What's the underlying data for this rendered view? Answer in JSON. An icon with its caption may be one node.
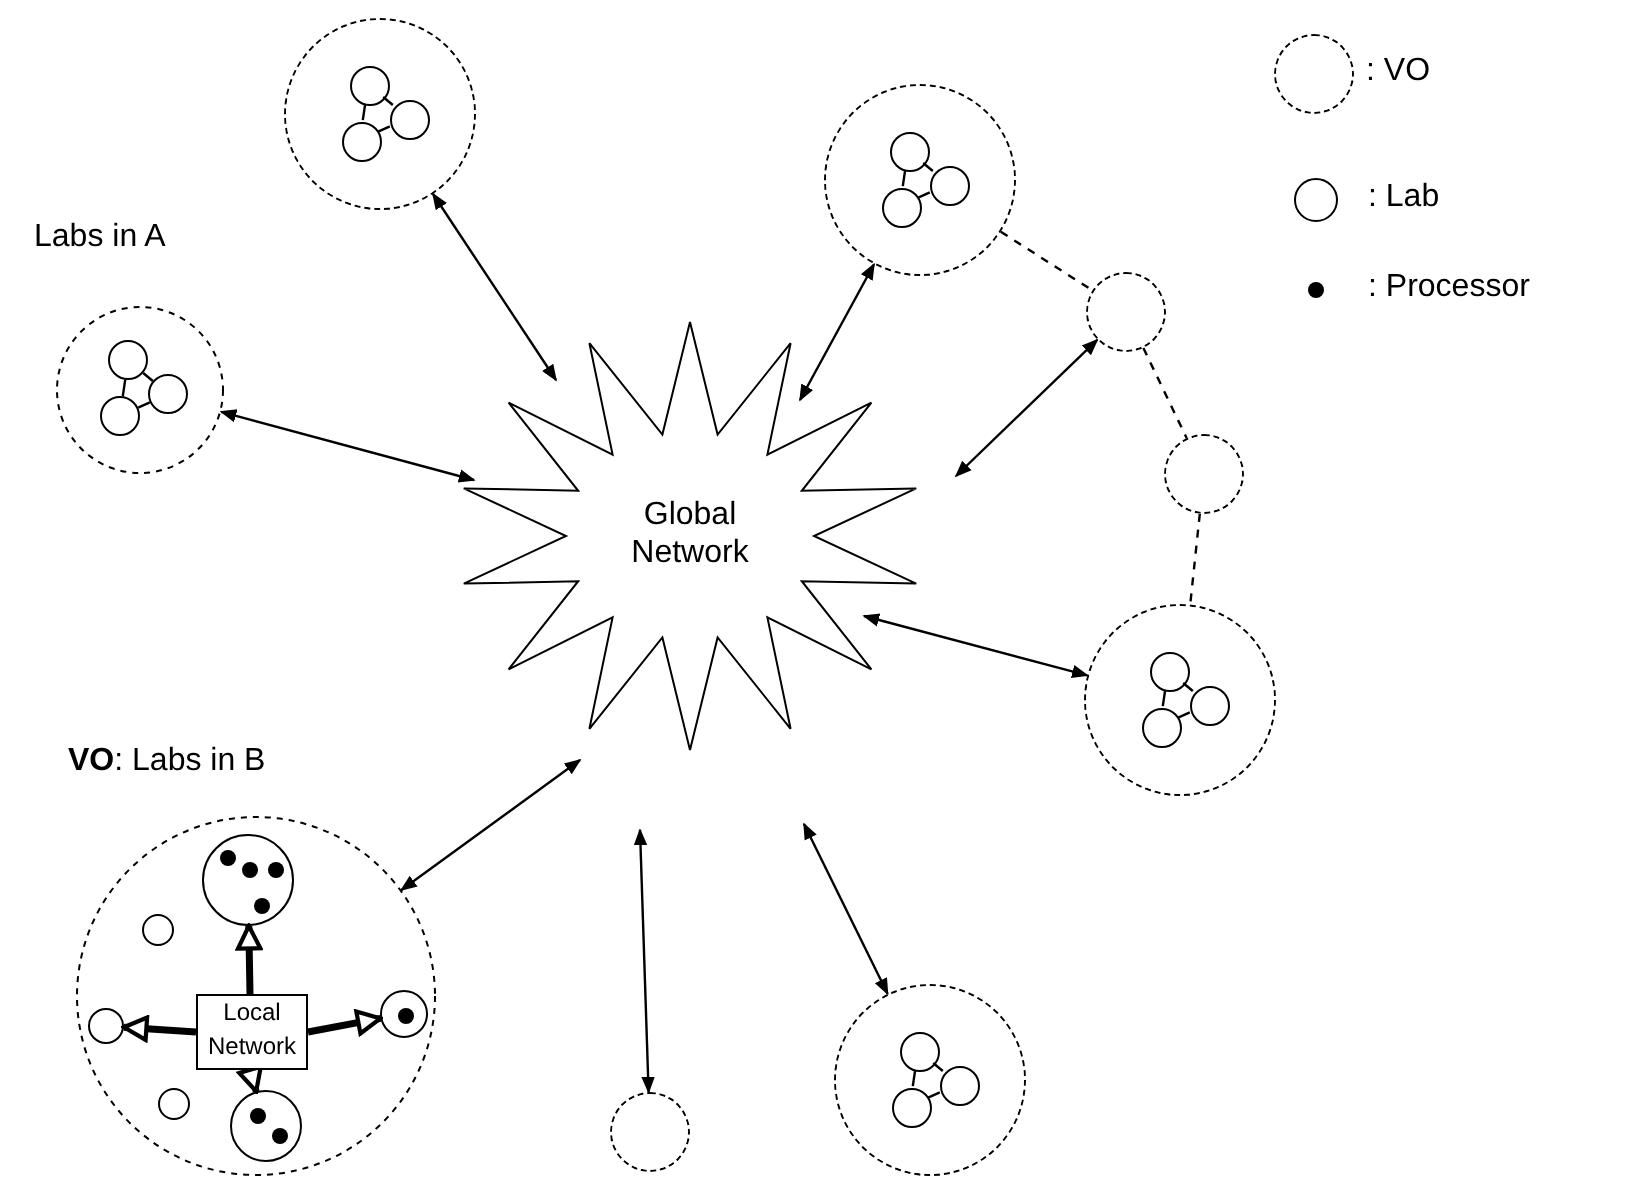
{
  "diagram": {
    "nodes": [
      {
        "text": [],
        "shape": "circle"
      },
      {
        "text": [],
        "shape": "circle",
        "in": 0
      },
      {
        "text": [],
        "shape": "circle",
        "in": 0
      },
      {
        "text": [],
        "shape": "circle",
        "in": 0
      },
      {
        "text": [],
        "shape": "circle"
      },
      {
        "text": [],
        "shape": "circle",
        "in": 4
      },
      {
        "text": [],
        "shape": "circle",
        "in": 4
      },
      {
        "text": [],
        "shape": "circle",
        "in": 4
      },
      {
        "text": [
          "Labs in A"
        ]
      },
      {
        "text": [],
        "shape": "circle",
        "in": 8
      },
      {
        "text": [],
        "shape": "circle",
        "in": 8
      },
      {
        "text": [],
        "shape": "circle",
        "in": 8
      },
      {
        "text": [],
        "shape": "circle"
      },
      {
        "text": [],
        "shape": "circle"
      },
      {
        "text": [
          "Global Network"
        ]
      },
      {
        "text": [],
        "shape": "circle"
      },
      {
        "text": [],
        "shape": "circle",
        "in": 15
      },
      {
        "text": [],
        "shape": "circle",
        "in": 15
      },
      {
        "text": [],
        "shape": "circle",
        "in": 15
      },
      {
        "text": [
          "**VO**: Labs in B"
        ]
      },
      {
        "text": [],
        "shape": "circle",
        "in": 19
      },
      {
        "text": [],
        "shape": "dot",
        "in": 20
      },
      {
        "text": [],
        "shape": "dot",
        "in": 20
      },
      {
        "text": [],
        "shape": "dot",
        "in": 20
      },
      {
        "text": [],
        "shape": "dot",
        "in": 20
      },
      {
        "text": [],
        "shape": "circle",
        "in": 19
      },
      {
        "text": [],
        "shape": "circle",
        "in": 19
      },
      {
        "text": [
          "Local Network"
        ],
        "in": 19
      },
      {
        "text": [],
        "shape": "circle",
        "in": 19
      },
      {
        "text": [],
        "shape": "dot",
        "in": 28
      },
      {
        "text": [],
        "shape": "circle",
        "in": 19
      },
      {
        "text": [],
        "shape": "circle",
        "in": 19
      },
      {
        "text": [],
        "shape": "dot",
        "in": 31
      },
      {
        "text": [],
        "shape": "dot",
        "in": 31
      },
      {
        "text": [],
        "shape": "circle"
      },
      {
        "text": [],
        "shape": "circle"
      },
      {
        "text": [],
        "shape": "circle",
        "in": 35
      },
      {
        "text": [],
        "shape": "circle",
        "in": 35
      },
      {
        "text": [],
        "shape": "circle",
        "in": 35
      }
    ],
    "edges": [
      {
        "from": 1,
        "to": 2,
        "arrow": "none"
      },
      {
        "from": 2,
        "to": 3,
        "arrow": "none"
      },
      {
        "from": 3,
        "to": 1,
        "arrow": "none"
      },
      {
        "from": 5,
        "to": 6,
        "arrow": "none"
      },
      {
        "from": 6,
        "to": 7,
        "arrow": "none"
      },
      {
        "from": 7,
        "to": 5,
        "arrow": "none"
      },
      {
        "from": 9,
        "to": 10,
        "arrow": "none"
      },
      {
        "from": 10,
        "to": 11,
        "arrow": "none"
      },
      {
        "from": 11,
        "to": 9,
        "arrow": "none"
      },
      {
        "from": 16,
        "to": 17,
        "arrow": "none"
      },
      {
        "from": 17,
        "to": 18,
        "arrow": "none"
      },
      {
        "from": 18,
        "to": 16,
        "arrow": "none"
      },
      {
        "from": 36,
        "to": 37,
        "arrow": "none"
      },
      {
        "from": 37,
        "to": 38,
        "arrow": "none"
      },
      {
        "from": 38,
        "to": 36,
        "arrow": "none"
      },
      {
        "from": 4,
        "to": 12,
        "arrow": "none",
        "style": "dashed"
      },
      {
        "from": 12,
        "to": 13,
        "arrow": "none",
        "style": "dashed"
      },
      {
        "from": 13,
        "to": 15,
        "arrow": "none",
        "style": "dashed"
      },
      {
        "from": 14,
        "to": 0,
        "arrow": "both"
      },
      {
        "from": 14,
        "to": 4,
        "arrow": "both"
      },
      {
        "from": 14,
        "to": 8,
        "arrow": "both"
      },
      {
        "from": 14,
        "to": 12,
        "arrow": "both"
      },
      {
        "from": 14,
        "to": 15,
        "arrow": "both"
      },
      {
        "from": 14,
        "to": 19,
        "arrow": "both"
      },
      {
        "from": 14,
        "to": 34,
        "arrow": "both"
      },
      {
        "from": 14,
        "to": 35,
        "arrow": "both"
      },
      {
        "from": 27,
        "to": 20,
        "arrow": "to",
        "style": "thick"
      },
      {
        "from": 27,
        "to": 26,
        "arrow": "to",
        "style": "thick"
      },
      {
        "from": 27,
        "to": 28,
        "arrow": "to",
        "style": "thick"
      },
      {
        "from": 27,
        "to": 31,
        "arrow": "to",
        "style": "thick"
      }
    ],
    "legend": [
      {
        "text": ": VO"
      },
      {
        "text": ": Lab"
      },
      {
        "text": ": Processor"
      }
    ]
  }
}
